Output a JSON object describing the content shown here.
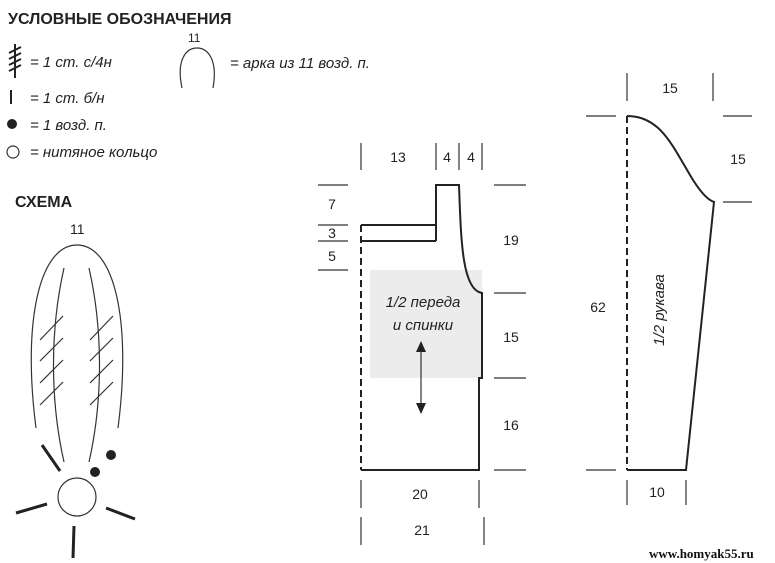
{
  "legend": {
    "title": "УСЛОВНЫЕ ОБОЗНАЧЕНИЯ",
    "items": [
      {
        "icon": "treble-4-yo-stitch-icon",
        "label": "= 1 ст. с/4н"
      },
      {
        "icon": "single-crochet-icon",
        "label": "= 1 ст. б/н"
      },
      {
        "icon": "chain-dot-icon",
        "label": "= 1 возд. п."
      },
      {
        "icon": "ring-icon",
        "label": "= нитяное кольцо"
      },
      {
        "icon": "arch-icon",
        "count": "11",
        "label": "= арка из 11 возд. п."
      }
    ]
  },
  "scheme": {
    "title": "СХЕМА",
    "arch_count": "11"
  },
  "body_pattern": {
    "label_line1": "1/2 переда",
    "label_line2": "и спинки",
    "top": [
      "13",
      "4",
      "4"
    ],
    "left": [
      "7",
      "3",
      "5"
    ],
    "right": [
      "19",
      "15",
      "16"
    ],
    "bottom": [
      "20",
      "21"
    ]
  },
  "sleeve_pattern": {
    "label": "1/2 рукава",
    "top": "15",
    "right": "15",
    "left": "62",
    "bottom": "10"
  },
  "watermark": "www.homyak55.ru"
}
